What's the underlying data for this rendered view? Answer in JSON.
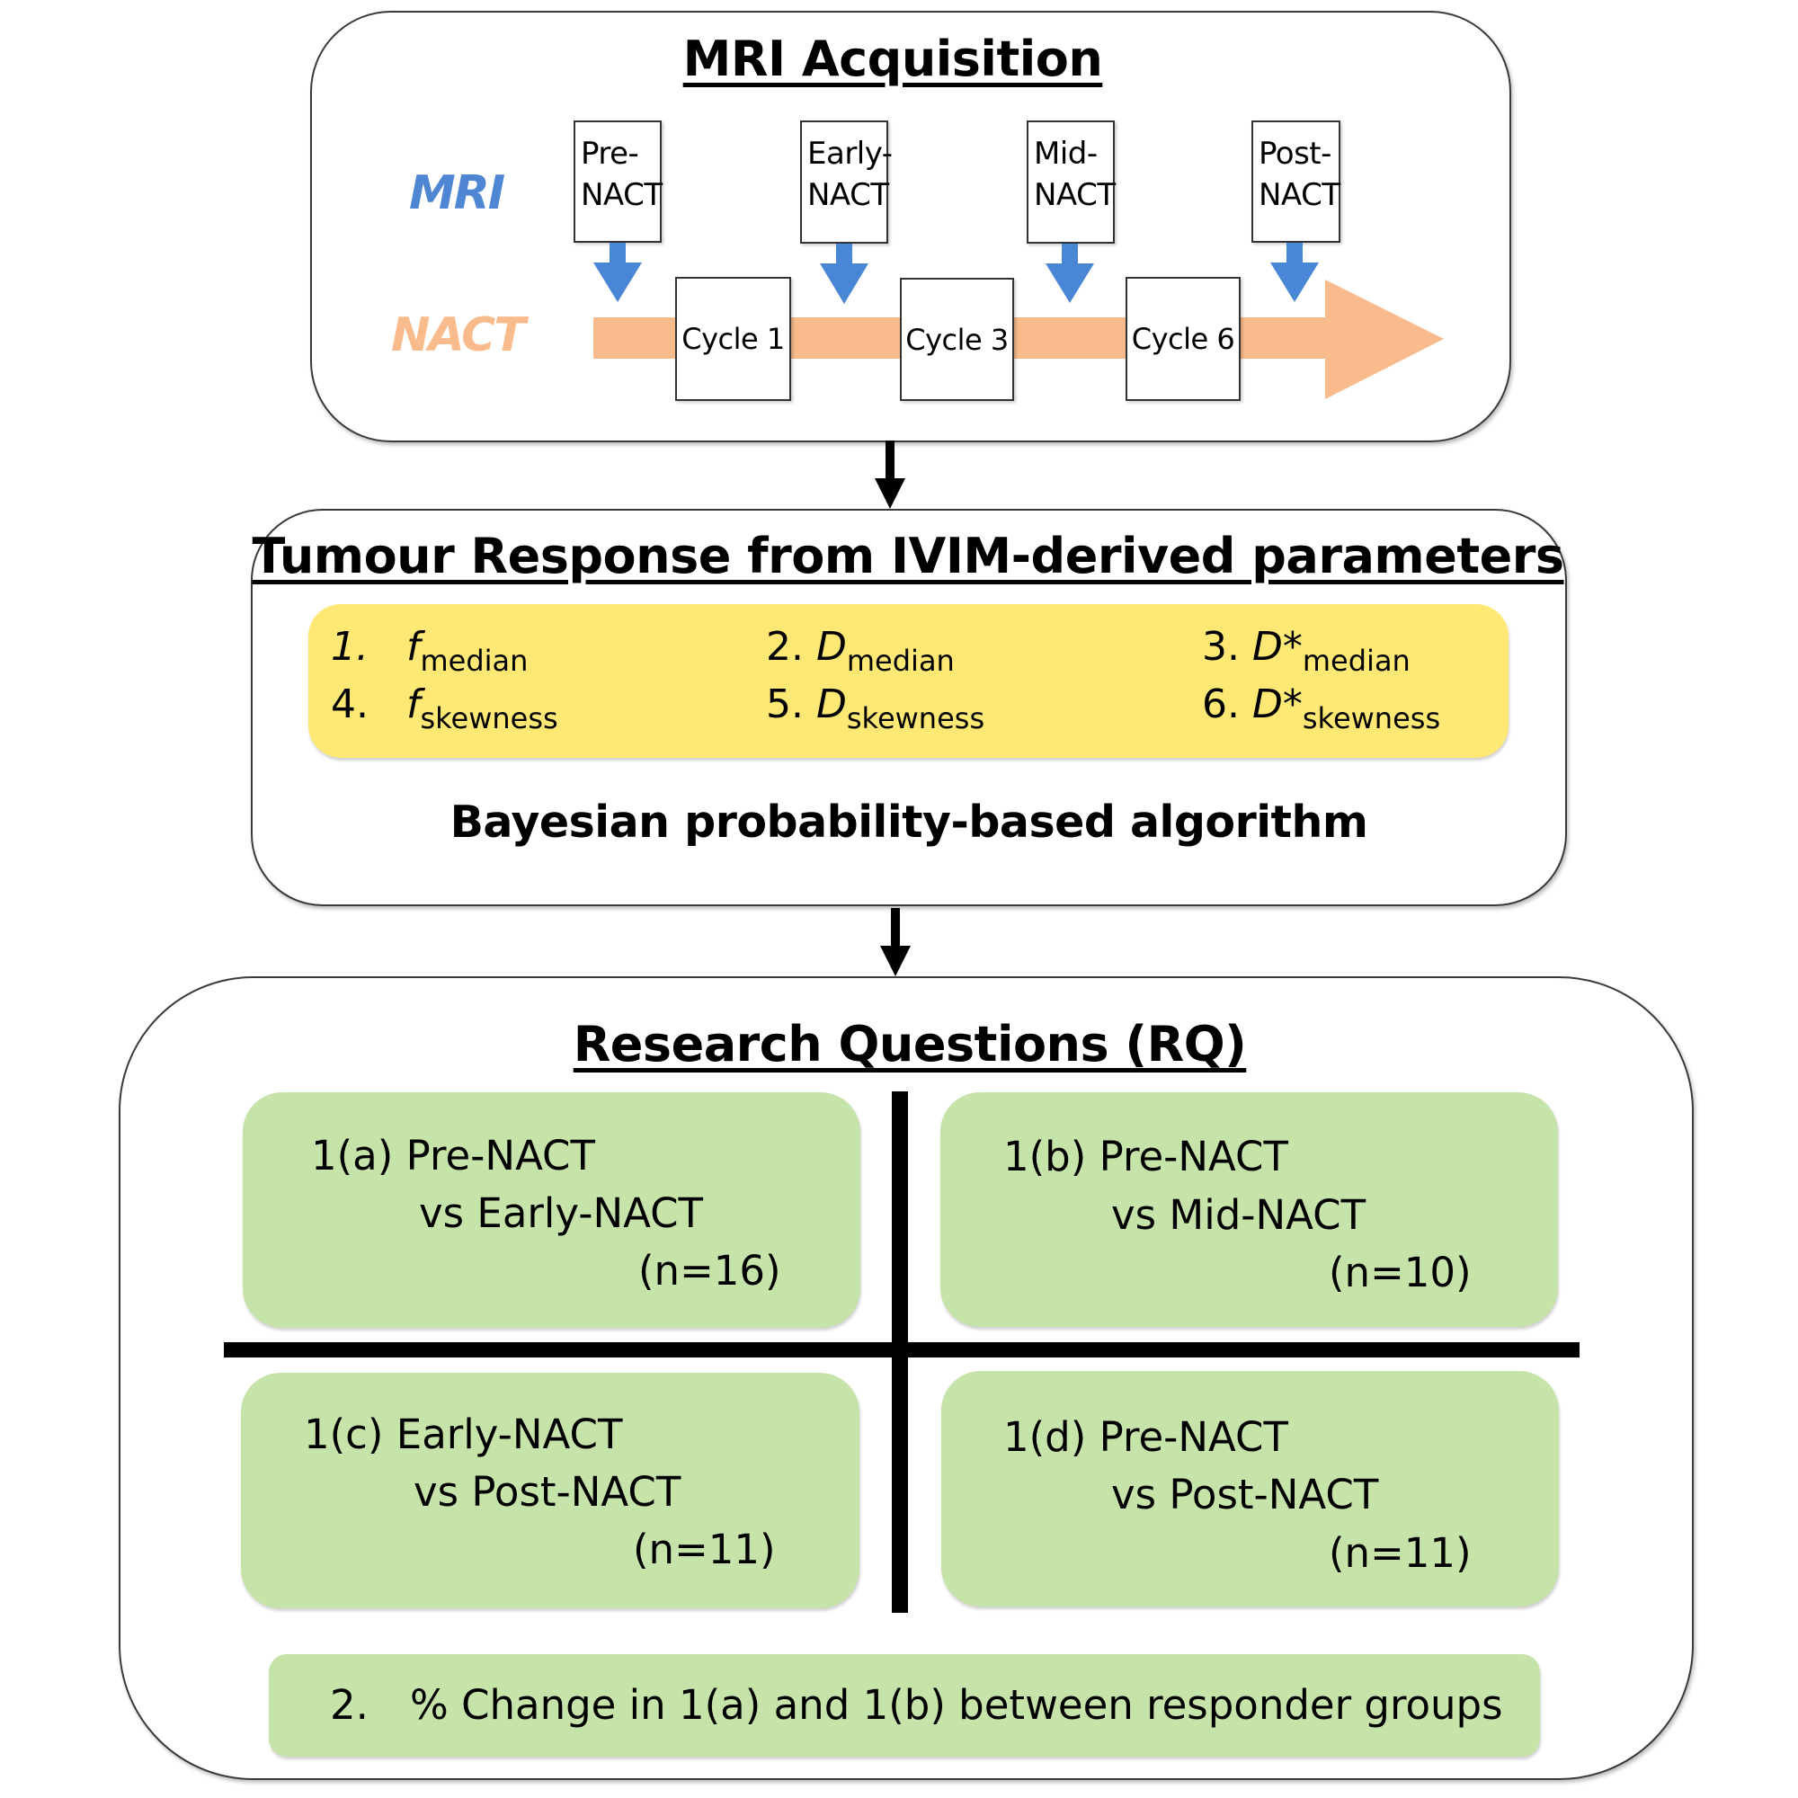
{
  "acquisition": {
    "title": "MRI Acquisition",
    "mri_label": "MRI",
    "nact_label": "NACT",
    "colors": {
      "mri": "#4f86d4",
      "nact": "#f9bb8c",
      "arrow_blue": "#4a86d6"
    },
    "timepoints": [
      {
        "line1": "Pre-",
        "line2": "NACT"
      },
      {
        "line1": "Early-",
        "line2": "NACT"
      },
      {
        "line1": "Mid-",
        "line2": "NACT"
      },
      {
        "line1": "Post-",
        "line2": "NACT"
      }
    ],
    "cycles": [
      "Cycle 1",
      "Cycle 3",
      "Cycle 6"
    ]
  },
  "response": {
    "title": "Tumour Response from IVIM-derived parameters",
    "highlight_color": "#ffe874",
    "parameters": [
      {
        "num": "1.",
        "symbol": "f",
        "sub": "median"
      },
      {
        "num": "2.",
        "symbol": "D",
        "sub": "median"
      },
      {
        "num": "3.",
        "symbol": "D*",
        "sub": "median"
      },
      {
        "num": "4.",
        "symbol": "f",
        "sub": "skewness"
      },
      {
        "num": "5.",
        "symbol": "D",
        "sub": "skewness"
      },
      {
        "num": "6.",
        "symbol": "D*",
        "sub": "skewness"
      }
    ],
    "algorithm": "Bayesian probability-based algorithm"
  },
  "questions": {
    "title": "Research Questions (RQ)",
    "box_color": "#c6e3a9",
    "items": [
      {
        "line1": "1(a) Pre-NACT",
        "line2": "vs Early-NACT",
        "n": "(n=16)"
      },
      {
        "line1": "1(b) Pre-NACT",
        "line2": "vs Mid-NACT",
        "n": "(n=10)"
      },
      {
        "line1": "1(c) Early-NACT",
        "line2": "vs Post-NACT",
        "n": "(n=11)"
      },
      {
        "line1": "1(d) Pre-NACT",
        "line2": "vs Post-NACT",
        "n": "(n=11)"
      }
    ],
    "rq2": {
      "num": "2.",
      "text": "% Change in 1(a) and 1(b) between responder groups"
    }
  }
}
